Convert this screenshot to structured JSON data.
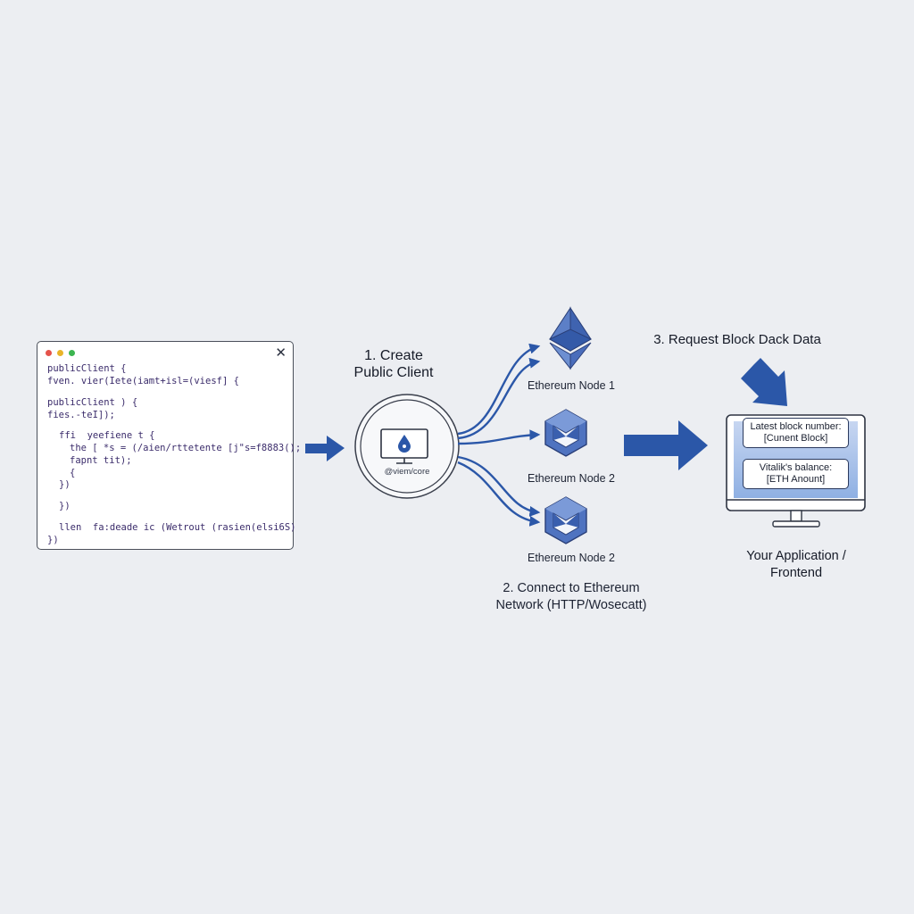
{
  "code_window": {
    "lines": [
      "publicClient {",
      "fven. vier(Iete(iamt+isl=(viesf] {",
      "publicClient ) {",
      "fies.-teI]);",
      "ffi  yeefiene t {",
      "the [ *s = (/aien/rttetente [j\"s=f8883();",
      "fapnt tit);",
      "{",
      "})",
      "})",
      "llen  fa:deade ic (Wetrout (rasien(elsi6S)",
      "})"
    ]
  },
  "step1": {
    "title": "1. Create\nPublic Client"
  },
  "client": {
    "package": "@viem/core"
  },
  "nodes": [
    {
      "label": "Ethereum Node 1"
    },
    {
      "label": "Ethereum Node 2"
    },
    {
      "label": "Ethereum Node 2"
    }
  ],
  "step2": {
    "caption": "2. Connect to Ethereum\nNetwork (HTTP/Wosecatt)"
  },
  "step3": {
    "title": "3. Request Block Dack Data"
  },
  "app": {
    "caption": "Your Application /\nFrontend",
    "bubbles": [
      {
        "line1": "Latest block number:",
        "line2": "[Cunent Block]"
      },
      {
        "line1": "Vitalik's balance:",
        "line2": "[ETH Anount]"
      }
    ]
  },
  "colors": {
    "accent": "#2b57a8",
    "accent_light": "#7f9fd6",
    "background": "#eceef2"
  }
}
